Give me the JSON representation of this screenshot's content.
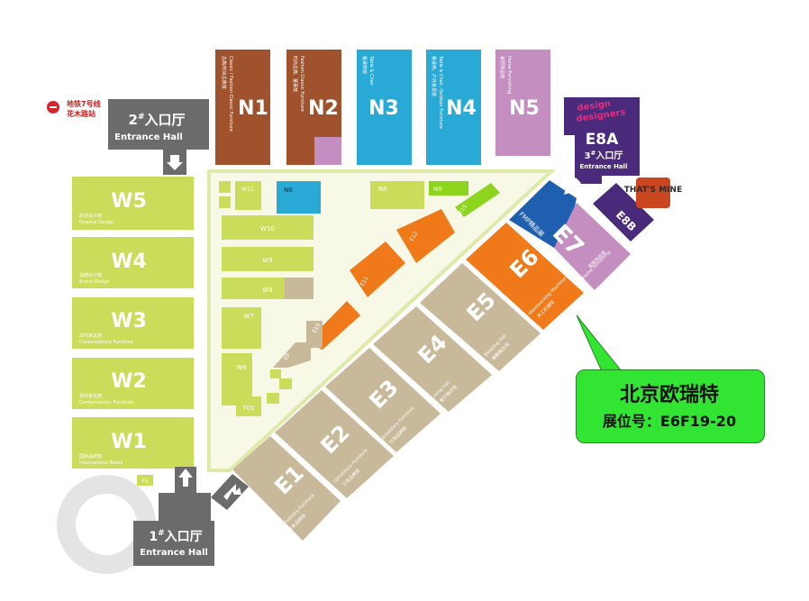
{
  "metro": {
    "line": "地铁7号线",
    "station": "花木路站"
  },
  "halls_north": [
    {
      "id": "N1",
      "cn": "古典/时尚古典馆",
      "en": "Classic / Fashion Classic Furniture",
      "color": "#a0522d"
    },
    {
      "id": "N2",
      "cn": "时尚古典、董事馆",
      "en": "Fashion Classic Furniture",
      "color": "#a0522d"
    },
    {
      "id": "N3",
      "cn": "餐桌椅馆",
      "en": "Table & Chair",
      "color": "#29a9d6"
    },
    {
      "id": "N4",
      "cn": "餐桌椅、户外家具馆",
      "en": "Table & Chair, Outdoor Furniture",
      "color": "#29a9d6"
    },
    {
      "id": "N5",
      "cn": "家居饰品馆",
      "en": "Home Furnishing",
      "color": "#c58ec0"
    }
  ],
  "halls_west": [
    {
      "id": "W5",
      "cn": "原创设计馆",
      "en": "Original Design"
    },
    {
      "id": "W4",
      "cn": "品牌设计馆",
      "en": "Brand Design"
    },
    {
      "id": "W3",
      "cn": "现代家具馆",
      "en": "Contemporary Furniture"
    },
    {
      "id": "W2",
      "cn": "现代家具馆",
      "en": "Contemporary Furniture"
    },
    {
      "id": "W1",
      "cn": "国际品牌馆",
      "en": "International Brand"
    }
  ],
  "halls_east": [
    {
      "id": "E1",
      "cn": "沙发品牌馆",
      "en": "Upholstery Furniture"
    },
    {
      "id": "E2",
      "cn": "沙发品牌馆",
      "en": "Upholstery Furniture"
    },
    {
      "id": "E3",
      "cn": "沙发品牌馆",
      "en": "Upholstery Furniture"
    },
    {
      "id": "E4",
      "cn": "客厅概念馆",
      "en": "Living Hall"
    },
    {
      "id": "E5",
      "cn": "睡眠概念馆",
      "en": "Sleeping Hall"
    },
    {
      "id": "E6",
      "cn": "木工机械馆",
      "en": "Woodworking Machinery"
    }
  ],
  "halls_small": {
    "e7": "E7",
    "e7_cn": "家居饰品馆",
    "e7_en": "Home Furnishing",
    "fmp": "FMP精品展",
    "e8a": "E8A",
    "e8b": "E8B",
    "design": "design",
    "designers": "designers",
    "thats_mine": "THAT'S MINE",
    "n6": "N6",
    "n8": "N8",
    "n9": "N9",
    "e15": "E15",
    "e9": "E9",
    "e10": "E10",
    "e11": "E11",
    "e12": "E12",
    "w6": "W6",
    "w7": "W7",
    "w8": "W8",
    "w9": "W9",
    "w10": "W10",
    "w11": "W11",
    "t01": "T01",
    "f5": "F5"
  },
  "entrances": [
    {
      "num": "1",
      "sup": "#",
      "cn": "入口厅",
      "en": "Entrance Hall"
    },
    {
      "num": "2",
      "sup": "#",
      "cn": "入口厅",
      "en": "Entrance Hall"
    },
    {
      "num": "3",
      "sup": "#",
      "cn": "入口厅",
      "en": "Entrance Hall"
    }
  ],
  "callout": {
    "name": "北京欧瑞特",
    "booth": "展位号：E6F19-20"
  },
  "colors": {
    "west": "#cbdb5a",
    "east": "#c8b99a",
    "orange": "#f07a1a",
    "brown": "#a0522d",
    "blue": "#29a9d6",
    "pink": "#c58ec0",
    "purple": "#4a2a7a",
    "gray": "#6b6b6b",
    "green": "#33e533"
  }
}
